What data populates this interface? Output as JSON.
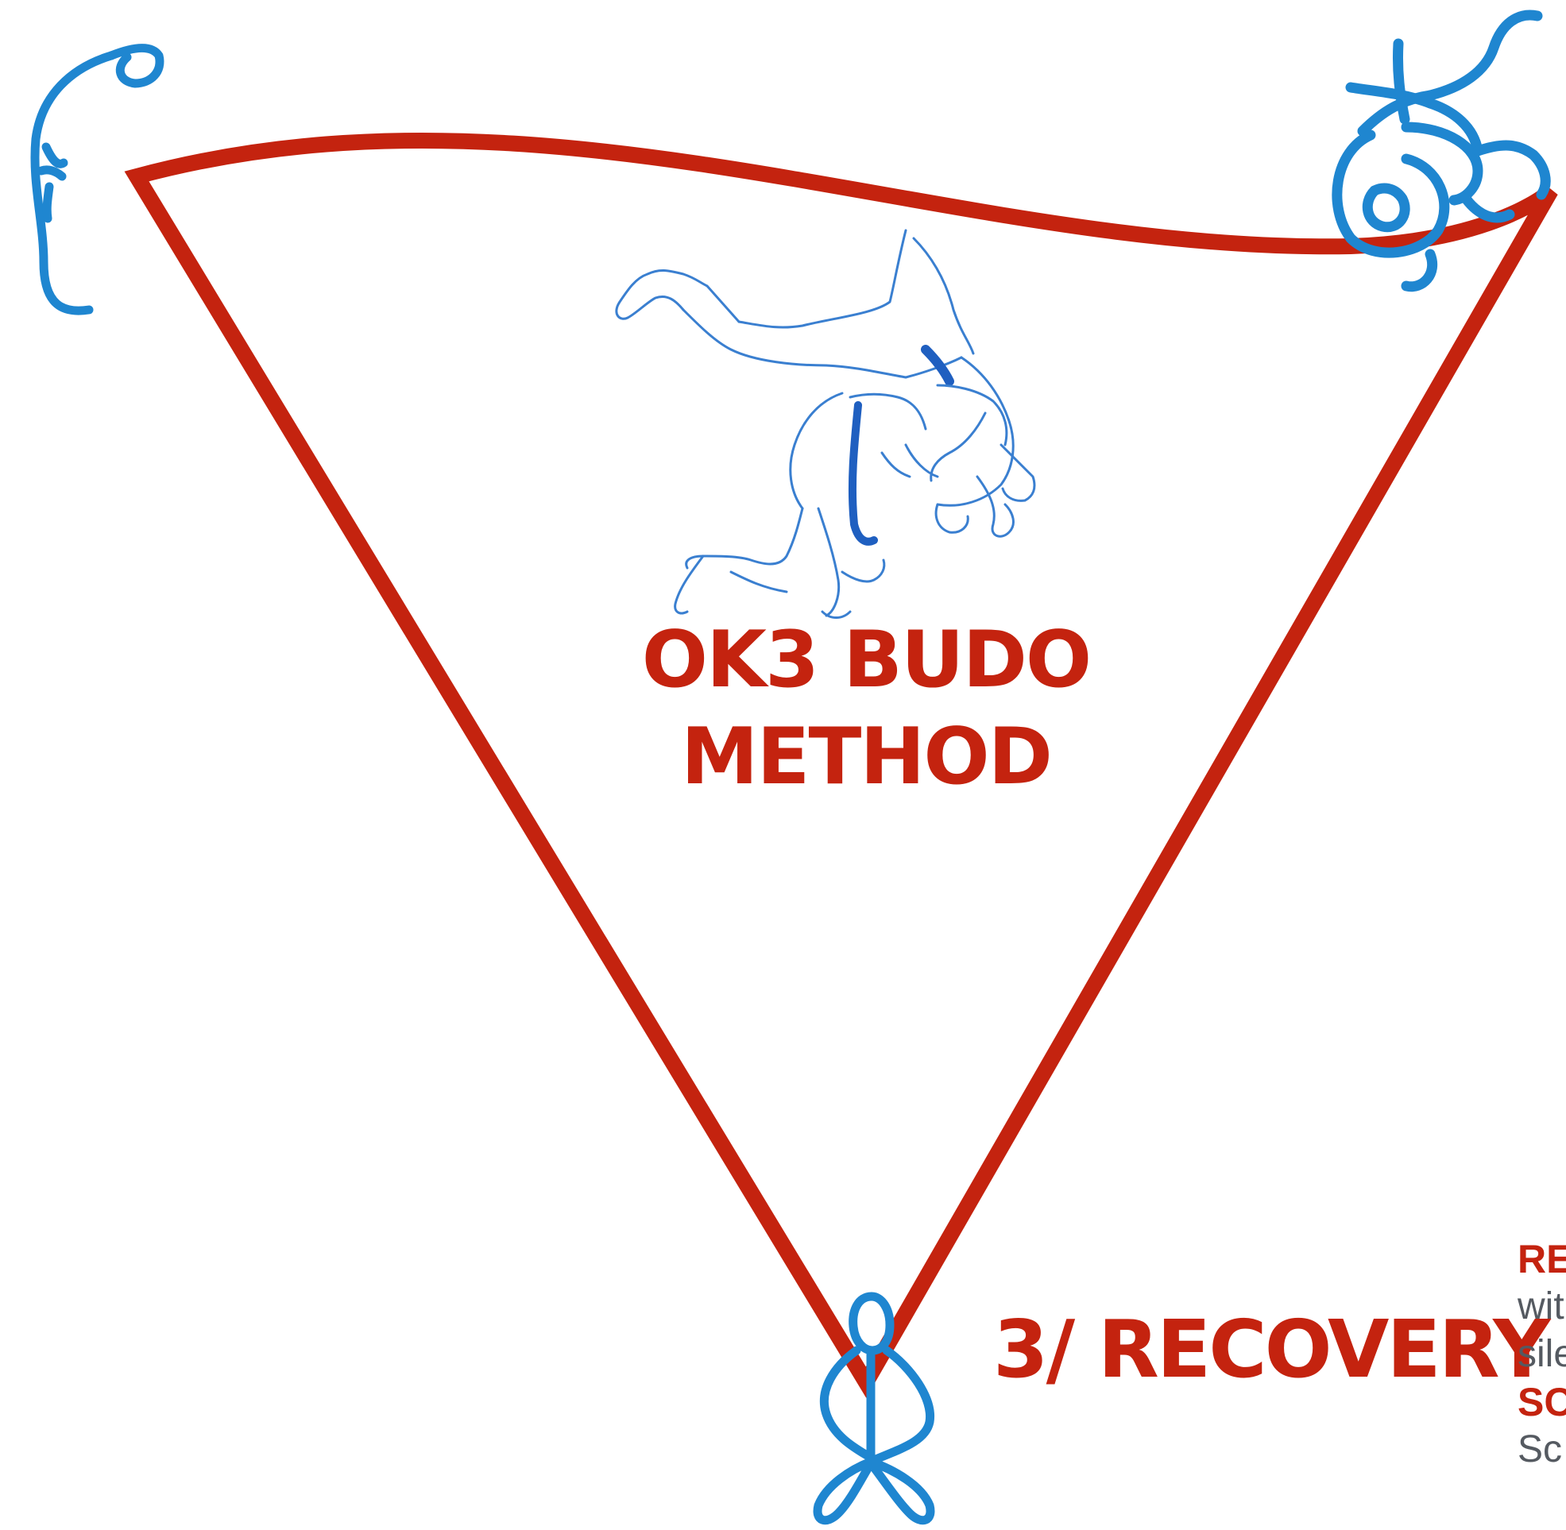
{
  "diagram": {
    "title_lines": [
      "OK3 BUDO",
      "METHOD"
    ],
    "stage_label": "3/ RECOVERY",
    "side_text": [
      {
        "kind": "heading",
        "text": "RE"
      },
      {
        "kind": "body",
        "text": "wit"
      },
      {
        "kind": "body",
        "text": "sile"
      },
      {
        "kind": "heading",
        "text": "SC"
      },
      {
        "kind": "body",
        "text": "Sc"
      }
    ],
    "colors": {
      "accent": "#c4230f",
      "figure_blue": "#1f86d0",
      "body_text": "#555a61"
    },
    "figures": [
      "athlete-figure-icon",
      "spinning-figure-icon",
      "judo-throw-illustration",
      "meditating-figure-icon"
    ]
  }
}
